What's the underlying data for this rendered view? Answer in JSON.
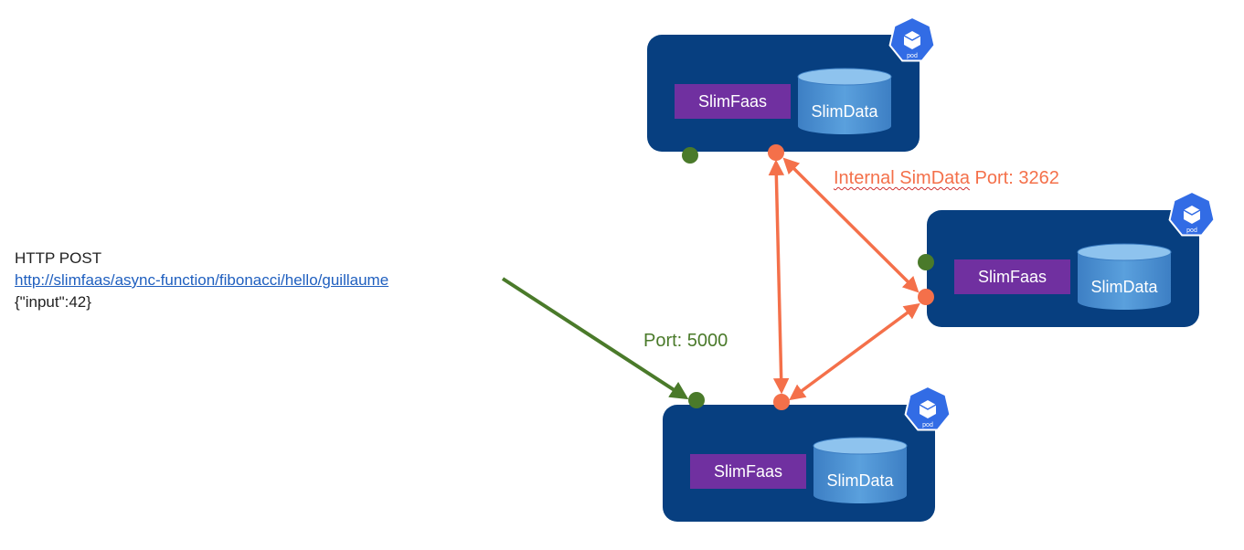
{
  "request": {
    "method": "HTTP POST",
    "url": "http://slimfaas/async-function/fibonacci/hello/guillaume",
    "body": "{\"input\":42}"
  },
  "labels": {
    "internal_port_prefix": "Internal SimData",
    "internal_port_suffix": " Port: 3262",
    "public_port": "Port: 5000"
  },
  "pods": [
    {
      "service": "SlimFaas",
      "storage": "SlimData",
      "badge": "pod"
    },
    {
      "service": "SlimFaas",
      "storage": "SlimData",
      "badge": "pod"
    },
    {
      "service": "SlimFaas",
      "storage": "SlimData",
      "badge": "pod"
    }
  ],
  "colors": {
    "pod_bg": "#073f80",
    "slimfaas_box": "#7030a0",
    "slimdata_cylinder": "#4a8fd0",
    "internal_link": "#f4704a",
    "public_link": "#4a7a2a",
    "k8s_badge": "#326ce5",
    "link_text": "#1f5fbf"
  },
  "icons": [
    "kubernetes-pod-icon",
    "port-dot-icon",
    "arrow-icon"
  ]
}
